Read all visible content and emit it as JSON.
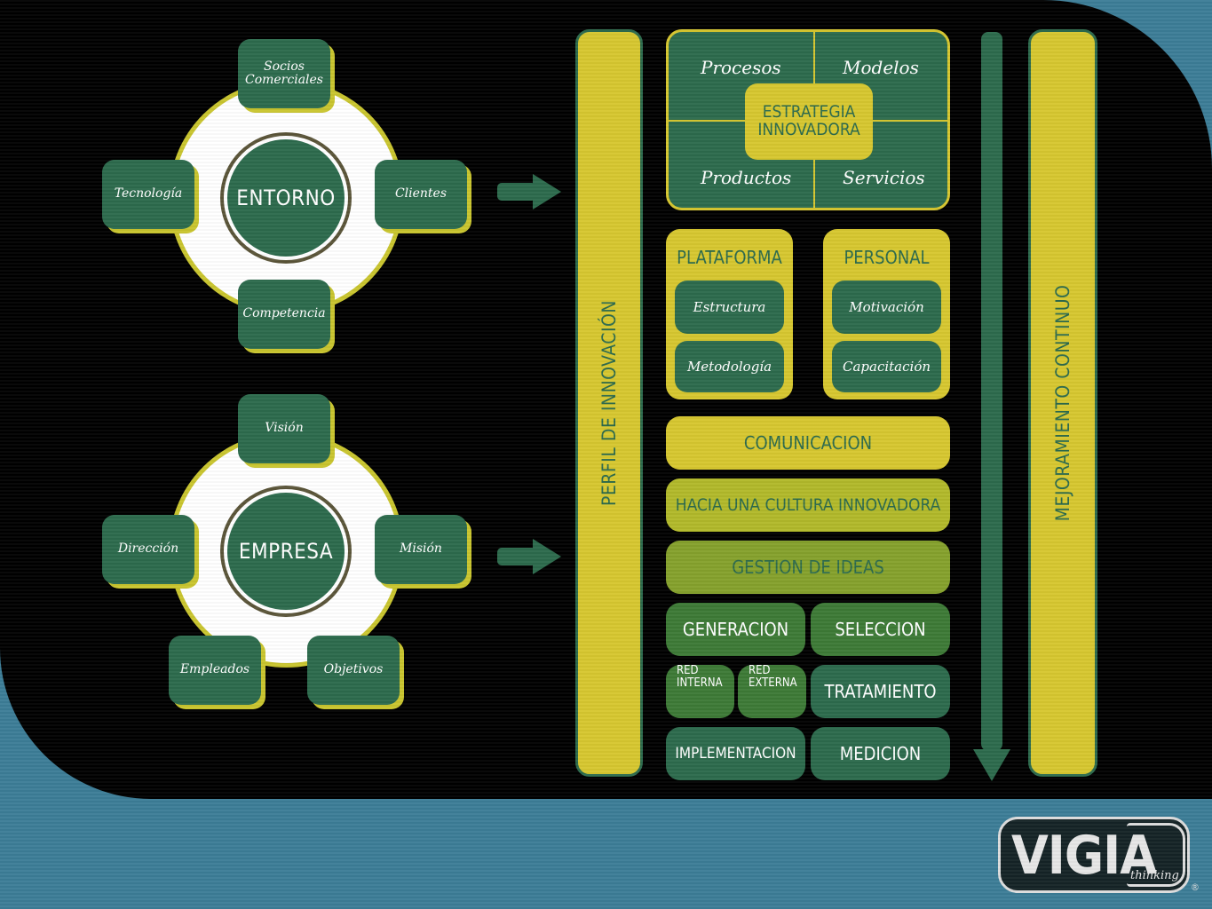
{
  "entorno": {
    "hub": "ENTORNO",
    "pods": {
      "top_line1": "Socios",
      "top_line2": "Comerciales",
      "left": "Tecnología",
      "right": "Clientes",
      "bottom": "Competencia"
    }
  },
  "empresa": {
    "hub": "EMPRESA",
    "pods": {
      "top": "Visión",
      "left": "Dirección",
      "right": "Misión",
      "bottom_left": "Empleados",
      "bottom_right": "Objetivos"
    }
  },
  "perfil_bar": "PERFIL DE INNOVACIÓN",
  "mejoramiento_bar": "MEJORAMIENTO CONTINUO",
  "estrategia": {
    "center_line1": "ESTRATEGIA",
    "center_line2": "INNOVADORA",
    "q_top_left": "Procesos",
    "q_top_right": "Modelos",
    "q_bottom_left": "Productos",
    "q_bottom_right": "Servicios"
  },
  "plataforma": {
    "title": "PLATAFORMA",
    "items": [
      "Estructura",
      "Metodología"
    ]
  },
  "personal": {
    "title": "PERSONAL",
    "items": [
      "Motivación",
      "Capacitación"
    ]
  },
  "rows": {
    "comunicacion": "COMUNICACION",
    "cultura": "HACIA UNA CULTURA INNOVADORA",
    "gestion": "GESTION DE IDEAS",
    "generacion": "GENERACION",
    "seleccion": "SELECCION",
    "red_interna_1": "RED",
    "red_interna_2": "INTERNA",
    "red_externa_1": "RED",
    "red_externa_2": "EXTERNA",
    "tratamiento": "TRATAMIENTO",
    "implementacion": "IMPLEMENTACION",
    "medicion": "MEDICION"
  },
  "logo": {
    "main": "VIGIA",
    "sub": "thinking",
    "mark": "®"
  },
  "colors": {
    "dark_green": "#2c6a4c",
    "yellow": "#d7c72f",
    "teal_bg": "#3c7d97"
  }
}
